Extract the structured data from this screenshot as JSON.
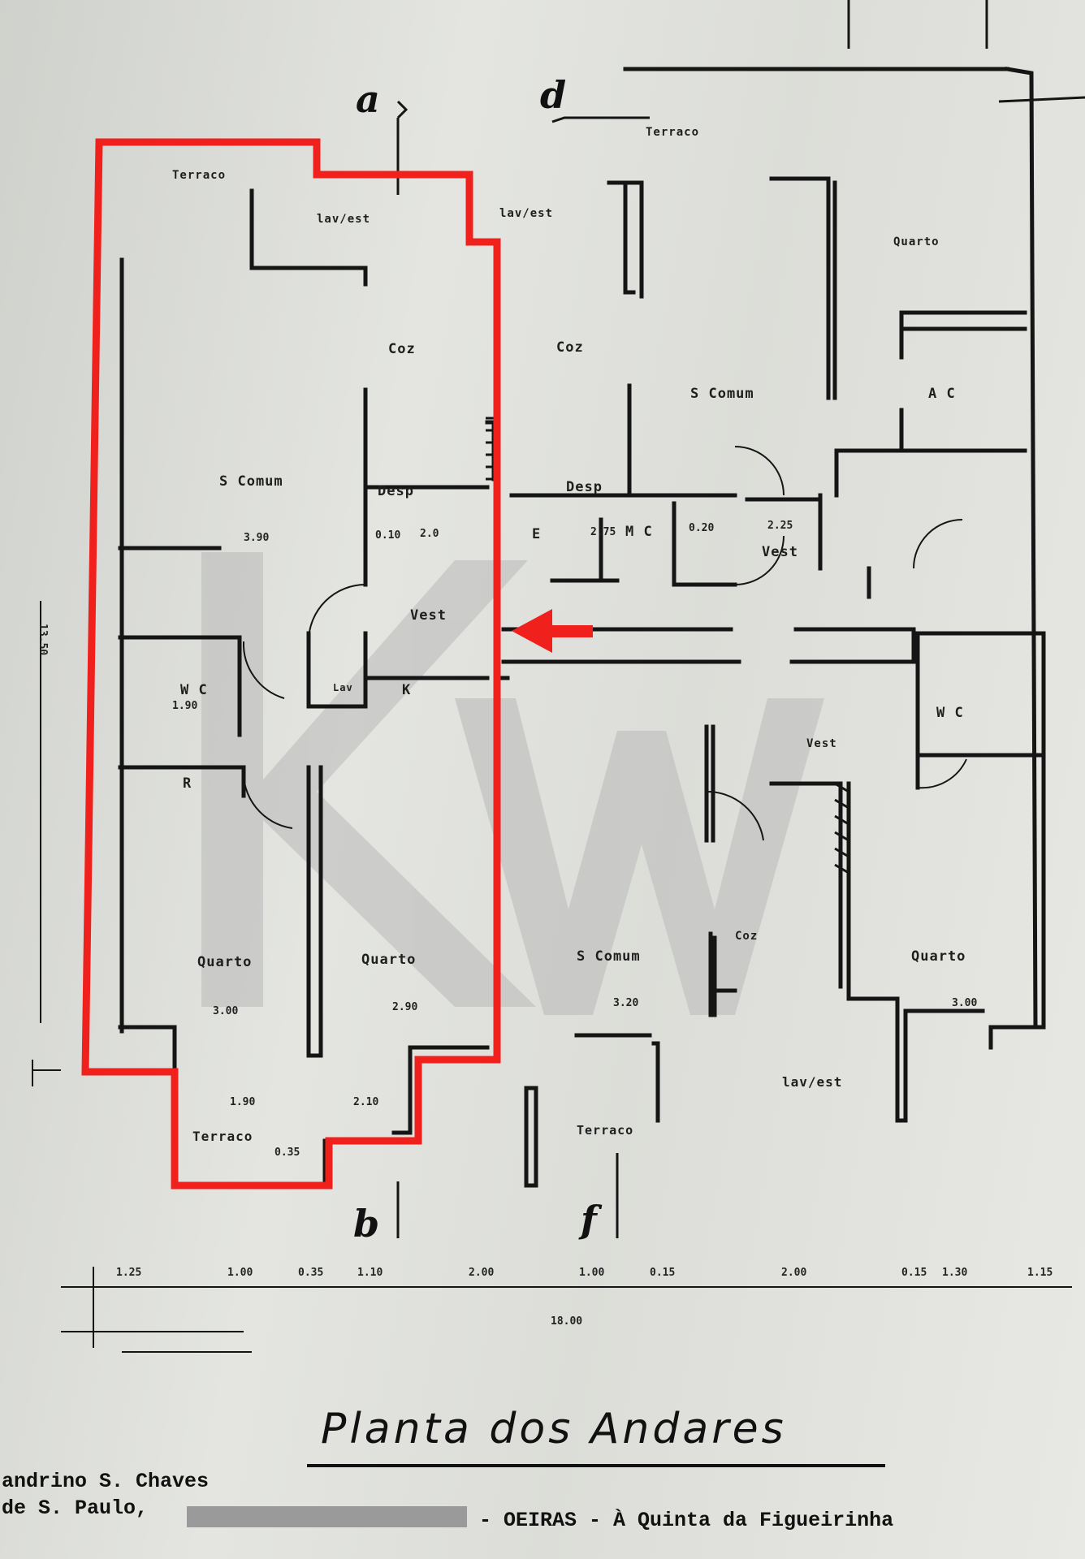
{
  "sections": {
    "a": "a",
    "b": "b",
    "d": "d",
    "f": "f"
  },
  "rooms": {
    "terraco_top_left": "Terraco",
    "terraco_top_right": "Terraco",
    "lav_est_1": "lav/est",
    "lav_est_2": "lav/est",
    "quarto_top_right": "Quarto",
    "coz_left": "Coz",
    "coz_mid": "Coz",
    "s_comum_left": "S Comum",
    "s_comum_top_right": "S Comum",
    "desp_left": "Desp",
    "desp_mid": "Desp",
    "e": "E",
    "mc": "M C",
    "vest_right": "Vest",
    "vest_left": "Vest",
    "ac": "A C",
    "wc_left": "W C",
    "wc_right": "W C",
    "r": "R",
    "k": "K",
    "lav": "Lav",
    "vest_lower": "Vest",
    "quarto_1": "Quarto",
    "quarto_2": "Quarto",
    "s_comum_lower": "S Comum",
    "coz_lower": "Coz",
    "quarto_lower_right": "Quarto",
    "terraco_bottom_left": "Terraco",
    "terraco_bottom_mid": "Terraco",
    "lav_est_bottom": "lav/est"
  },
  "dimensions": {
    "d_390": "3.90",
    "d_010a": "0.10",
    "d_20": "2.0",
    "d_275": "2.75",
    "d_020": "0.20",
    "d_225": "2.25",
    "d_190": "1.90",
    "d_300a": "3.00",
    "d_290": "2.90",
    "d_320": "3.20",
    "d_300b": "3.00",
    "d_190b": "1.90",
    "d_210": "2.10",
    "d_035": "0.35",
    "d_1350": "13.50",
    "bottom": [
      "1.25",
      "1.00",
      "0.35",
      "1.10",
      "2.00",
      "1.00",
      "0.15",
      "2.00",
      "0.15",
      "1.30",
      "1.15"
    ],
    "total": "18.00"
  },
  "title": "Planta dos Andares",
  "footer": {
    "line1": "andrino S. Chaves",
    "line2_start": "de S. Paulo,",
    "line2_end": "- OEIRAS - À Quinta da Figueirinha"
  },
  "watermark": "KW",
  "colors": {
    "highlight": "#f0201c",
    "ink": "#151515",
    "paper": "#dcddd8",
    "watermark": "#b7b7b7"
  }
}
